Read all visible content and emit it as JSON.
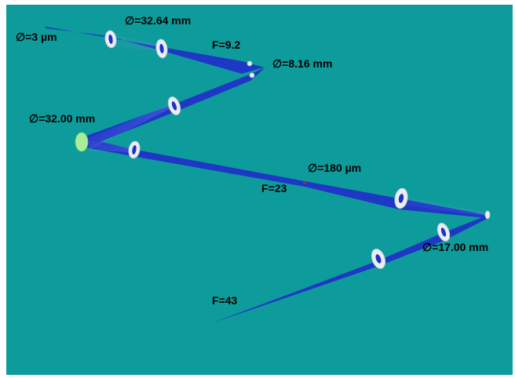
{
  "colors": {
    "background": "#0e9b9c",
    "beam": "#1f2fc8",
    "lens": "#e8eef2",
    "mirror": "#a8ee98",
    "focus_mark": "#d62020"
  },
  "labels": {
    "input_diameter": "∅=3 µm",
    "diameter_1": "∅=32.64 mm",
    "focal_1": "F=9.2",
    "diameter_2": "∅=8.16 mm",
    "diameter_3": "∅=32.00 mm",
    "diameter_4": "∅=180 µm",
    "focal_2": "F=23",
    "diameter_5": "∅=17.00 mm",
    "focal_3": "F=43"
  }
}
